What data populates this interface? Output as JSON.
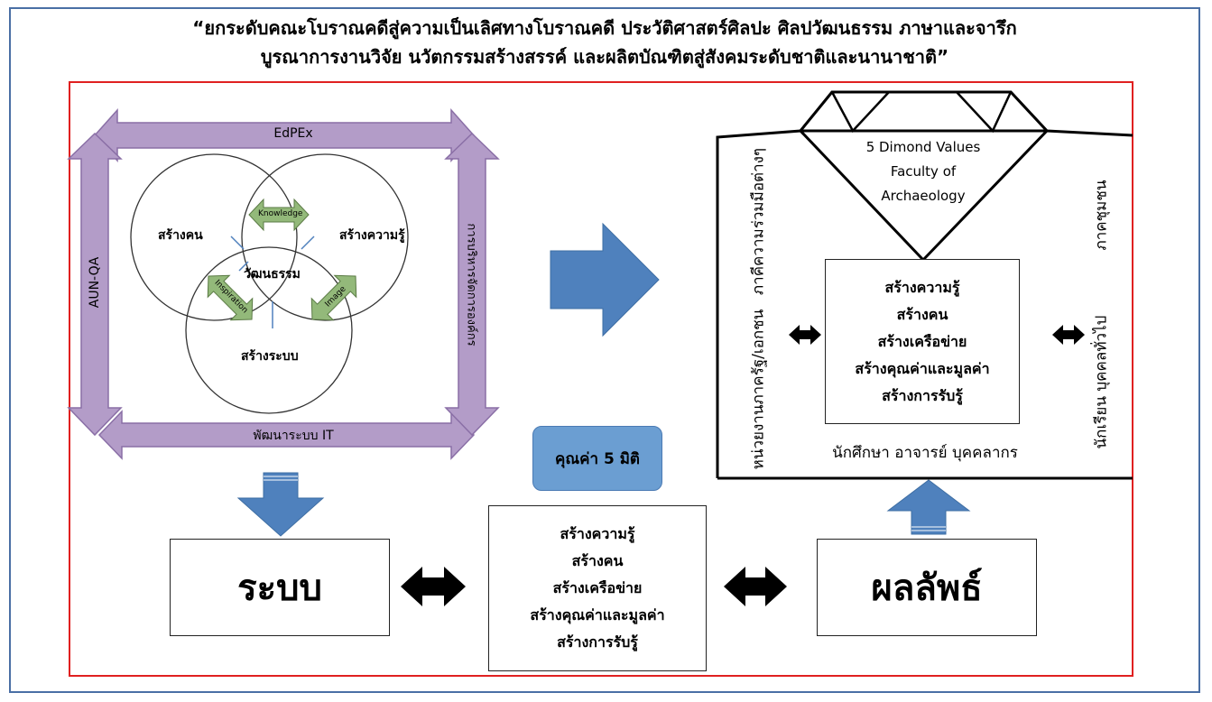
{
  "header": {
    "line1": "“ยกระดับคณะโบราณคดีสู่ความเป็นเลิศทางโบราณคดี ประวัติศาสตร์ศิลปะ ศิลปวัฒนธรรม ภาษาและจารึก",
    "line2": "บูรณาการงานวิจัย นวัตกรรมสร้างสรรค์ และผลิตบัณฑิตสู่สังคมระดับชาติและนานาชาติ”"
  },
  "frame_arrows": {
    "top": "EdPEx",
    "left": "AUN-QA",
    "bottom": "พัฒนาระบบ IT",
    "right": "การบริหารจัดการองค์กร"
  },
  "venn": {
    "left": "สร้างคน",
    "right": "สร้างความรู้",
    "bottom": "สร้างระบบ",
    "center": "วัฒนธรรม",
    "arrow_top": "Knowledge",
    "arrow_left": "Inspiration",
    "arrow_right": "Image"
  },
  "diamond": {
    "line1": "5 Dimond Values",
    "line2": "Faculty of",
    "line3": "Archaeology"
  },
  "house_box_items": [
    "สร้างความรู้",
    "สร้างคน",
    "สร้างเครือข่าย",
    "สร้างคุณค่าและมูลค่า",
    "สร้างการรับรู้"
  ],
  "house_bottom": "นักศึกษา อาจารย์ บุคคลากร",
  "house_left_vertical": {
    "outer": "ภาคีความร่วมมือต่างๆ",
    "inner": "หน่วยงานภาครัฐ/เอกชน"
  },
  "house_right_vertical": {
    "outer": "ภาคชุมชน",
    "inner": "นักเรียน บุคคลทั่วไป"
  },
  "badge": "คุณค่า 5 มิติ",
  "system_box": "ระบบ",
  "center_box_items": [
    "สร้างความรู้",
    "สร้างคน",
    "สร้างเครือข่าย",
    "สร้างคุณค่าและมูลค่า",
    "สร้างการรับรู้"
  ],
  "result_box": "ผลลัพธ์",
  "colors": {
    "frame_arrow_fill": "#b39cc8",
    "frame_arrow_stroke": "#8a6fa6",
    "green_arrow": "#93b97a",
    "blue_arrow": "#4f81bd",
    "badge_fill": "#6b9ed2",
    "red_frame": "#e02020"
  }
}
